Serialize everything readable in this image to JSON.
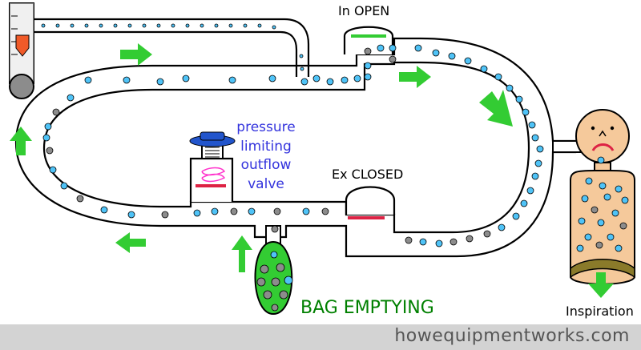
{
  "labels": {
    "inspiratory_valve": "In OPEN",
    "expiratory_valve": "Ex CLOSED",
    "apl_valve": [
      "pressure",
      "limiting",
      "outflow",
      "valve"
    ],
    "reservoir_bag": "BAG EMPTYING",
    "patient": "Inspiration",
    "website": "howequipmentworks.com"
  },
  "colors": {
    "tube_outline": "#000000",
    "fresh_gas_particle": "#4fc3f7",
    "exhaled_gas_particle": "#8c8c8c",
    "flow_arrow": "#33cc33",
    "valve_open": "#33cc33",
    "valve_closed": "#dd2244",
    "bag": "#33cc33",
    "patient_skin": "#f5c99b",
    "apl_cap": "#2255cc",
    "flowmeter_float": "#f05a28",
    "footer_bg": "#d3d3d3"
  },
  "state": {
    "phase": "inspiration",
    "inspiratory_valve": "open",
    "expiratory_valve": "closed",
    "bag": "emptying"
  }
}
